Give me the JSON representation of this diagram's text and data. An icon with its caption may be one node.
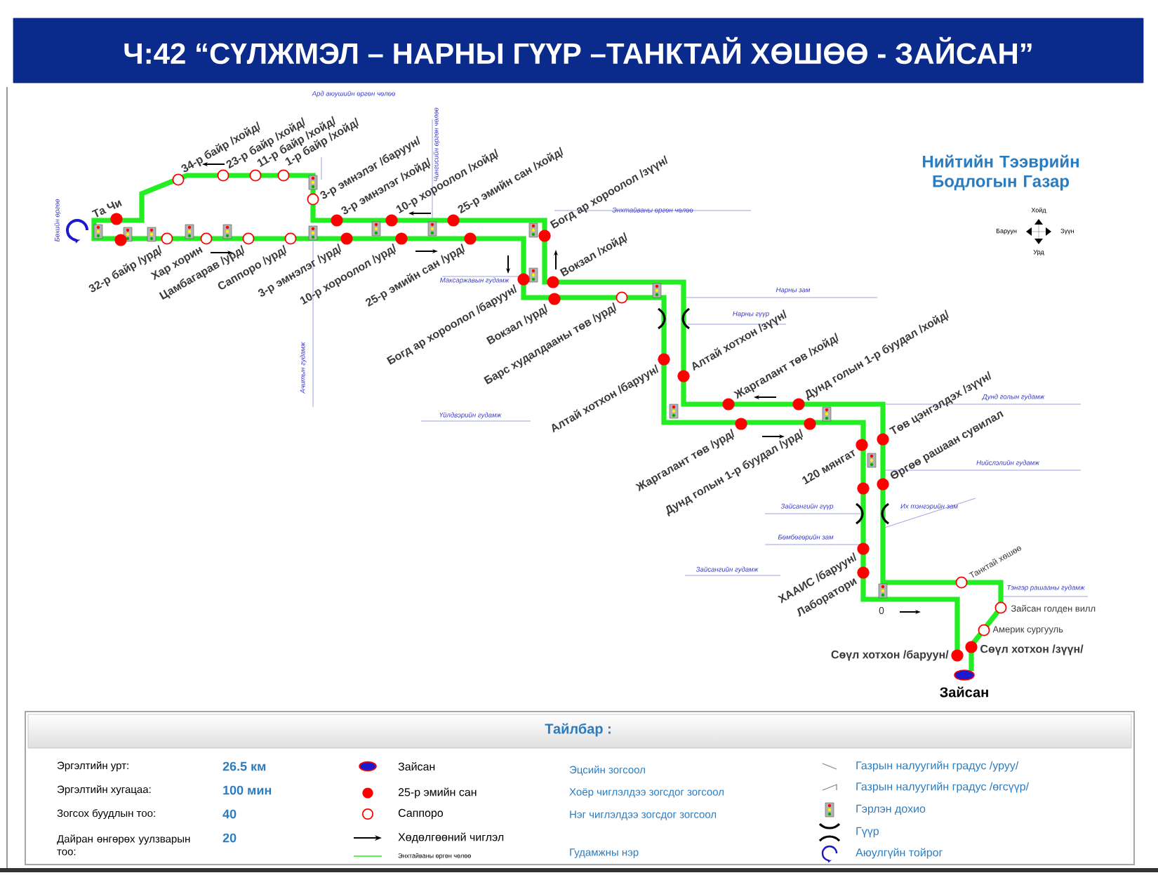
{
  "diagram": {
    "title": "Ч:42 “СҮЛЖМЭЛ – НАРНЫ ГҮҮР –ТАНКТАЙ ХӨШӨӨ - ЗАЙСАН”",
    "labels": [
      "Та Чи",
      "34-р байр /хойд/",
      "23-р байр /хойд/",
      "11-р байр /хойд/",
      "1-р байр /хойд/",
      "Ард аюушийн өргөн чөлөө",
      "3-р эмнэлэг /баруун/",
      "3-р эмнэлэг /хойд/",
      "Чингисийн өргөн чөлөө",
      "10-р хороолол /хойд/",
      "25-р эмийн сан /хойд/",
      "Бөхийн өргөө",
      "32-р байр /урд/",
      "Хар хорин",
      "Цамбагарав /урд/",
      "Саппоро /урд/",
      "3-р эмнэлэг /урд/",
      "10-р хороолол /урд/",
      "Ачитын гудамж",
      "25-р эмийн сан /урд/",
      "Максаржавын гудамж",
      "Богд ар хороолол /баруун/",
      "Богд ар хороолол /зүүн/",
      "Энхтайваны өргөн чөлөө",
      "Вокзал /хойд/",
      "Вокзал /урд/",
      "Барс худалдааны төв /урд/",
      "Нарны зам",
      "Нарны гүүр",
      "Алтай хотхон /баруун/",
      "Алтай хотхон /зүүн/",
      "Үйлдвэрийн гудамж",
      "Жаргалант төв /хойд/",
      "Дунд голын 1-р буудал /хойд/",
      "Төв цэнгэлдэх /зүүн/",
      "Дунд голын гудамж",
      "Жаргалант төв /урд/",
      "Дунд голын 1-р буудал /урд/",
      "120 мянгат",
      "Өргөө рашаан сувилал",
      "Нийслэлийн гудамж",
      "Зайсангийн гүүр",
      "Их тэнгэрийн зам",
      "Бөмбөгөрийн зам",
      "ХААИС /баруун/",
      "Зайсангийн гудамж",
      "Лаборатори",
      "Танктай хөшөө",
      "Тэнгэр рашааны гудамж",
      "0",
      "Зайсан голден вилл",
      "Америк сургууль",
      "Сөүл хотхон /зүүн/",
      "Сөүл хотхон /баруун/",
      "Зайсан",
      "Нийтийн Тээврийн Бодлогын Газар",
      "Хойд",
      "Баруун",
      "Зүүн",
      "Урд",
      "Тайлбар :",
      "Эргэлтийн урт:",
      "26.5 км",
      "Эргэлтийн хугацаа:",
      "100 мин",
      "Зогсох буудлын тоо:",
      "40",
      "Дайран өнгөрөх уулзварын тоо:",
      "20",
      "Эцсийн зогсоол",
      "Хоёр чиглэлдээ зогсдог зогсоол",
      "Нэг чиглэлдээ зогсдог зогсоол",
      "Гудамжны нэр"
    ],
    "legend": [
      {
        "text": "Зайсан"
      },
      {
        "text": "25-р эмийн сан",
        "color": "#ff0000"
      },
      {
        "text": "Саппоро"
      },
      {
        "text": "Хөдөлгөөний чиглэл"
      },
      {
        "text": "Энхтайваны өргөн чөлөө"
      },
      {
        "text": "Газрын налуугийн градус /уруу/"
      },
      {
        "text": "Газрын налуугийн градус /өгсүүр/"
      },
      {
        "text": "Гэрлэн дохио"
      },
      {
        "text": "Гүүр"
      },
      {
        "text": "Аюулгүйн тойрог"
      }
    ]
  }
}
